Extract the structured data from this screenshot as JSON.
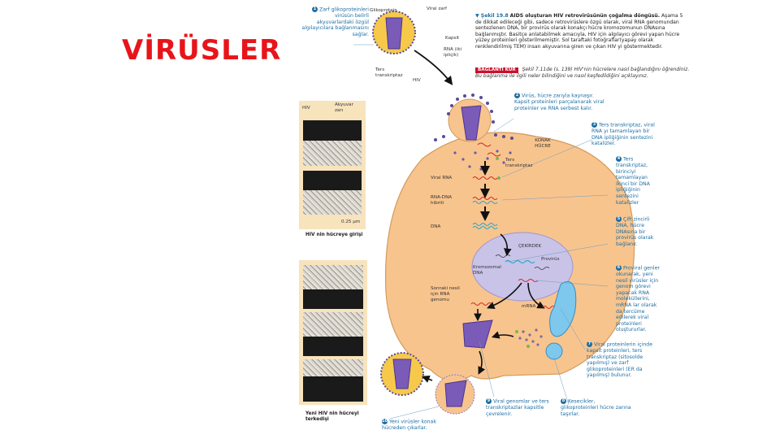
{
  "slide": {
    "title": "VİRÜSLER",
    "title_color": "#e8141b"
  },
  "figure": {
    "caption": {
      "label": "▼ Şekil 19.8",
      "title": "AIDS oluşturan HIV retrovirüsünün çoğalma döngüsü.",
      "body": "Aşama 5 de dikkat edileceği gibi, sadece retrovirüslere özgü olarak, viral RNA genomundan sentezlenen DNA, bir provirüs olarak konakçı hücre kromozomunun DNAsına bağlanmıştır. Basitçe anlatabilmek amacıyla, HIV için algılayıcı görevi yapan hücre yüzey proteinleri gösterilmemiştir. Sol taraftaki fotoğraflar(yapay olarak renklendirilmiş TEM) insan akyuvarına giren ve çıkan HIV yi göstermektedir."
    },
    "connect": {
      "tag": "BAĞLANTI KUR",
      "text": "Şekil 7.11de (s. 139) HIV'nin hücrelere nasıl bağlandığını öğrendiniz. Bu bağlanma ile ilgili neler bilindiğini ve nasıl keşfedildiğini açıklayınız."
    },
    "virion_labels": {
      "glycoprotein": "Glikoprotein",
      "envelope": "Viral zarf",
      "capsid": "Kapsit",
      "rna": "RNA (iki ipliçik)",
      "rt": "Ters transkriptaz",
      "hiv": "HIV"
    },
    "cell_labels": {
      "host_cell": "KONAK HÜCRE",
      "rt": "Ters transkriptaz",
      "viral_rna": "Viral RNA",
      "hybrid": "RNA-DNA hibriti",
      "dna": "DNA",
      "nucleus": "ÇEKİRDEK",
      "provirus": "Provirüs",
      "chromosomal": "Kromozomal DNA",
      "next_gen_rna": "Sonraki nesil için RNA genomu",
      "mrna": "mRNA"
    },
    "steps": [
      {
        "num": "1",
        "text": "Zarf glikoproteinleri virüsün belirli akyuvarlardaki özgül algılayıcılara bağlanmasını sağlar."
      },
      {
        "num": "2",
        "text": "Virüs, hücre zarıyla kaynaşır. Kapsit proteinleri parçalanarak viral proteinler ve RNA serbest kalır."
      },
      {
        "num": "3",
        "text": "Ters transkriptaz, viral RNA yı tamamlayan bir DNA ipliğiğinin sentezini katalizler."
      },
      {
        "num": "4",
        "text": "Ters transkriptaz, birinciyi tamamlayan ikinci bir DNA ipliğiğinin sentezini katalizler"
      },
      {
        "num": "5",
        "text": "Çift zincirli DNA, hücre DNAsına bir provirüs olarak bağlanır."
      },
      {
        "num": "6",
        "text": "Proviral genler okunarak, yeni nesil virüsler için genom görevi yapacak RNA moleküllerini, mRNA lar olarak da tercüme edilerek viral proteinleri oluştururlar."
      },
      {
        "num": "7",
        "text": "Viral proteinlerin içinde kapsit proteinleri, ters transkriptaz (sitosolde yapılmış) ve zarf glikoproteinleri (ER da yapılmış) bulunur."
      },
      {
        "num": "8",
        "text": "Kesecikler, glikoproteinleri hücre zarına taşırlar."
      },
      {
        "num": "9",
        "text": "Viral genomlar ve ters transkriptazlar kapsitle çevrelenir."
      },
      {
        "num": "10",
        "text": "Yeni virüsler konak hücreden çıkarlar."
      }
    ],
    "photos": {
      "entry_labels": {
        "hiv": "HIV",
        "membrane": "Akyuvar zarı",
        "scale": "0.25 µm"
      },
      "entry_caption": "HIV nin hücreye girişi",
      "exit_caption": "Yeni HIV nin hücreyi terkedişi"
    },
    "colors": {
      "callout_blue": "#1c6ea4",
      "cell_fill": "#f8c48d",
      "nucleus_fill": "#c9c3e8",
      "tag_red": "#c8102e",
      "photo_bg": "#f7e3bc"
    }
  }
}
